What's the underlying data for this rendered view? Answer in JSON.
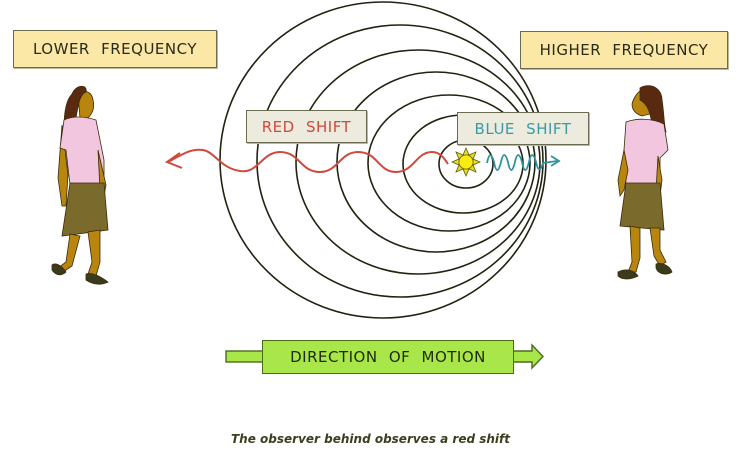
{
  "labels": {
    "lower_frequency": "LOWER FREQUENCY",
    "higher_frequency": "HIGHER FREQUENCY",
    "red_shift": "RED SHIFT",
    "blue_shift": "BLUE SHIFT",
    "direction_of_motion": "DIRECTION OF MOTION"
  },
  "caption": "The observer behind observes a red shift",
  "colors": {
    "label_yellow": "#fbe8a6",
    "shift_box": "#ecebdd",
    "red_wave": "#cf4a3c",
    "blue_wave": "#2f929c",
    "motion_green": "#a8e64a",
    "ring": "#22220f",
    "sun": "#f5e400",
    "shirt": "#f3c6df",
    "skirt": "#7a6a2c",
    "skin": "#b8860f",
    "hair": "#5a2a10"
  },
  "wavefront_count": 7,
  "icons": {
    "source": "sun-icon",
    "observers": [
      "observer-left-figure",
      "observer-right-figure"
    ]
  }
}
